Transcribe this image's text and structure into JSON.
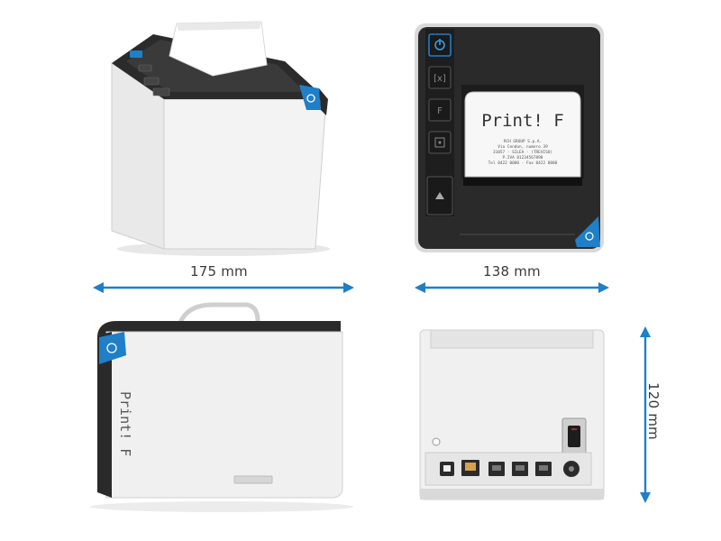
{
  "views": {
    "top_view": {
      "label": "Print! F",
      "receipt_lines": [
        "RCH GROUP S.p.A.",
        "Via Cendon, numero 39",
        "31057 - SILEA - (TREVISO)",
        "P.IVA 01234567890",
        "Tel 0422 0000 - Fax 0422 0000"
      ]
    },
    "side_view": {
      "label": "Print! F"
    }
  },
  "dimensions": {
    "width_label": "175 mm",
    "depth_label": "138 mm",
    "height_label": "120 mm"
  },
  "colors": {
    "accent_blue": "#1f7fc8",
    "body_white": "#eeeeee",
    "body_black": "#2a2a2a"
  }
}
